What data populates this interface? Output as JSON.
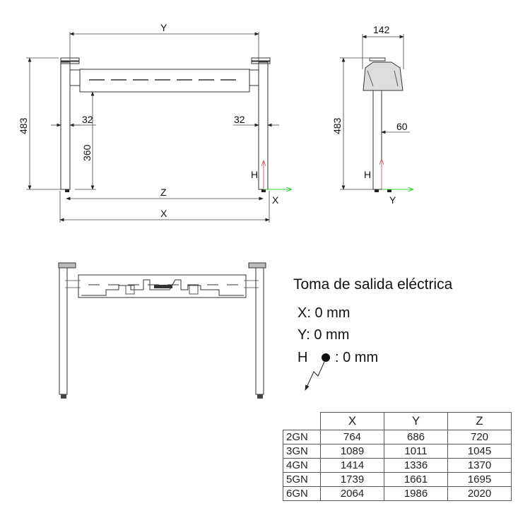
{
  "front_view": {
    "dim_y": "Y",
    "dim_z": "Z",
    "dim_x": "X",
    "dim_height": "483",
    "dim_shelf_height": "360",
    "dim_leg_left": "32",
    "dim_leg_right": "32",
    "axis_h": "H",
    "axis_x": "X"
  },
  "side_view": {
    "dim_width": "142",
    "dim_height": "483",
    "dim_leg": "60",
    "axis_h": "H",
    "axis_y": "Y"
  },
  "outlet": {
    "title": "Toma de salida eléctrica",
    "x_value": "X: 0 mm",
    "y_value": "Y: 0 mm",
    "h_label": "H",
    "h_value": ": 0 mm"
  },
  "table": {
    "headers": [
      "X",
      "Y",
      "Z"
    ],
    "rows": [
      {
        "label": "2GN",
        "x": "764",
        "y": "686",
        "z": "720"
      },
      {
        "label": "3GN",
        "x": "1089",
        "y": "1011",
        "z": "1045"
      },
      {
        "label": "4GN",
        "x": "1414",
        "y": "1336",
        "z": "1370"
      },
      {
        "label": "5GN",
        "x": "1739",
        "y": "1661",
        "z": "1695"
      },
      {
        "label": "6GN",
        "x": "2064",
        "y": "1986",
        "z": "2020"
      }
    ]
  }
}
